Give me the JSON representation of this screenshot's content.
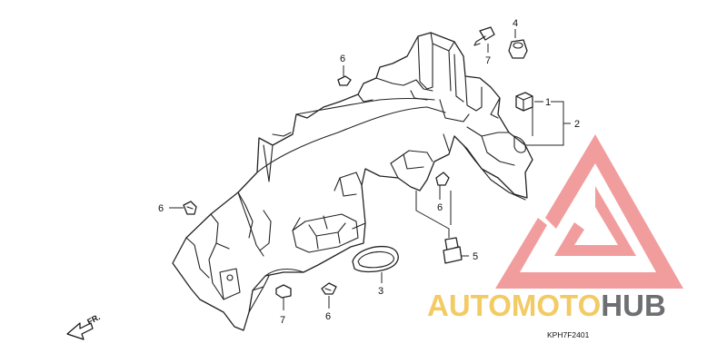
{
  "diagram": {
    "callouts": {
      "c1": "1",
      "c2": "2",
      "c3": "3",
      "c4": "4",
      "c5": "5",
      "c6a": "6",
      "c6b": "6",
      "c6c": "6",
      "c6d": "6",
      "c7a": "7",
      "c7b": "7"
    },
    "diagram_code": "KPH7F2401",
    "front_marker": "FR."
  },
  "watermark": {
    "part1": "AUTOMOTO",
    "part2": "HUB",
    "colors": {
      "triangle": "#f08c8c",
      "auto": "#f2c24a",
      "hub": "#55565b"
    }
  }
}
